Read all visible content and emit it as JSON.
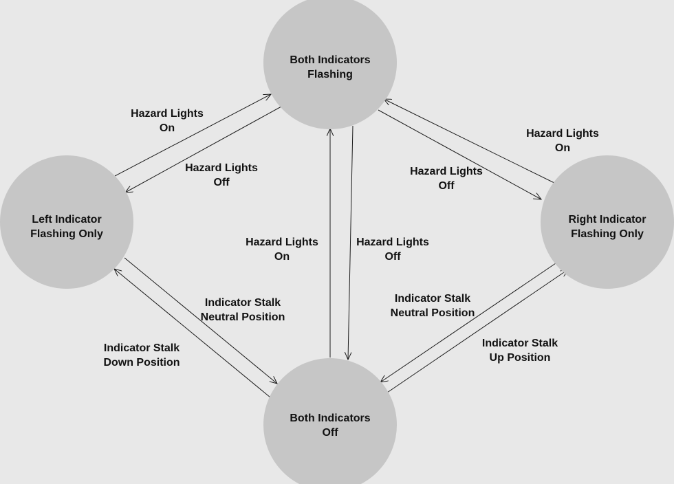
{
  "states": {
    "both_flashing": [
      "Both Indicators",
      "Flashing"
    ],
    "left_flashing": [
      "Left Indicator",
      "Flashing Only"
    ],
    "right_flashing": [
      "Right Indicator",
      "Flashing Only"
    ],
    "both_off": [
      "Both Indicators",
      "Off"
    ]
  },
  "transitions": {
    "left_to_both": [
      "Hazard Lights",
      "On"
    ],
    "both_to_left": [
      "Hazard Lights",
      "Off"
    ],
    "right_to_both": [
      "Hazard Lights",
      "On"
    ],
    "both_to_right": [
      "Hazard Lights",
      "Off"
    ],
    "off_to_both": [
      "Hazard Lights",
      "On"
    ],
    "both_to_off": [
      "Hazard Lights",
      "Off"
    ],
    "left_to_off": [
      "Indicator Stalk",
      "Neutral Position"
    ],
    "off_to_left": [
      "Indicator Stalk",
      "Down Position"
    ],
    "right_to_off": [
      "Indicator Stalk",
      "Neutral Position"
    ],
    "off_to_right": [
      "Indicator Stalk",
      "Up Position"
    ]
  }
}
